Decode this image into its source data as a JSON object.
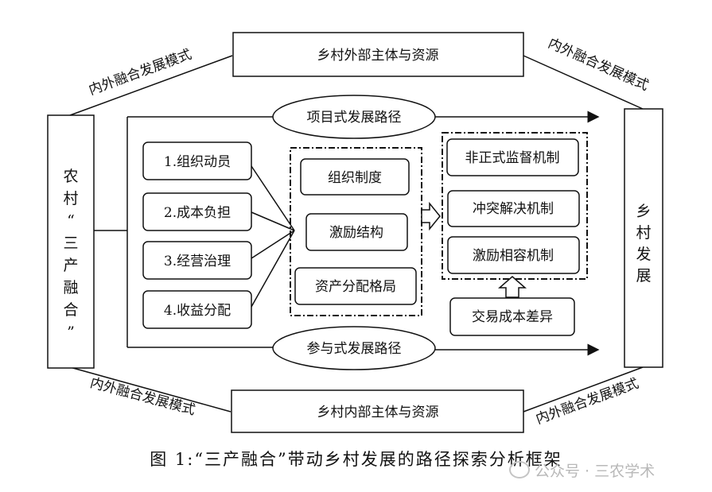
{
  "boxes": {
    "top": "乡村外部主体与资源",
    "bottom": "乡村内部主体与资源",
    "left_vertical": "农村“三产融合”",
    "right_vertical": "乡村发展"
  },
  "corner_labels": {
    "top_left": "内外融合发展模式",
    "top_right": "内外融合发展模式",
    "bottom_left": "内外融合发展模式",
    "bottom_right": "内外融合发展模式"
  },
  "ellipses": {
    "top": "项目式发展路径",
    "bottom": "参与式发展路径"
  },
  "left_items": [
    "1.组织动员",
    "2.成本负担",
    "3.经营治理",
    "4.收益分配"
  ],
  "middle_items": [
    "组织制度",
    "激励结构",
    "资产分配格局"
  ],
  "right_items": [
    "非正式监督机制",
    "冲突解决机制",
    "激励相容机制"
  ],
  "right_bottom_box": "交易成本差异",
  "caption": "图 1:“三产融合”带动乡村发展的路径探索分析框架",
  "watermark": "公众号 · 三农学术"
}
